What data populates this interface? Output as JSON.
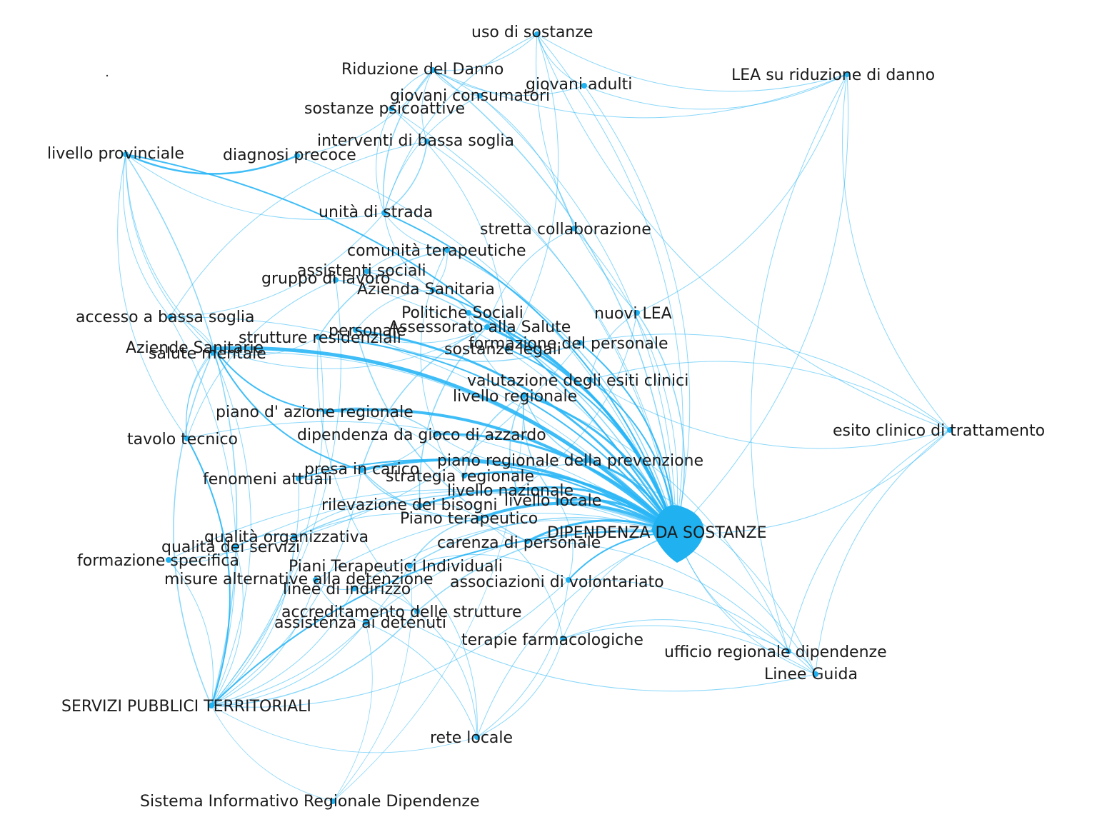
{
  "graph": {
    "edge_color": "#29b6f6",
    "node_color": "#1fb1f0",
    "background": "#ffffff",
    "hub": "DIPENDENZA DA SOSTANZE",
    "nodes": [
      {
        "id": "uso",
        "label": "uso di sostanze"
      },
      {
        "id": "rdd",
        "label": "Riduzione del Danno"
      },
      {
        "id": "gad",
        "label": "giovani adulti"
      },
      {
        "id": "lea_rd",
        "label": "LEA su riduzione di danno"
      },
      {
        "id": "gcons",
        "label": "giovani consumatori"
      },
      {
        "id": "spsi",
        "label": "sostanze psicoattive"
      },
      {
        "id": "ibs",
        "label": "interventi di bassa soglia"
      },
      {
        "id": "lprov",
        "label": "livello provinciale"
      },
      {
        "id": "dprec",
        "label": "diagnosi precoce"
      },
      {
        "id": "uds",
        "label": "unità di strada"
      },
      {
        "id": "scoll",
        "label": "stretta collaborazione"
      },
      {
        "id": "ctera",
        "label": "comunità terapeutiche"
      },
      {
        "id": "asoc",
        "label": "assistenti sociali"
      },
      {
        "id": "glav",
        "label": "gruppo di lavoro"
      },
      {
        "id": "azsan",
        "label": "Azienda Sanitaria"
      },
      {
        "id": "abs",
        "label": "accesso a bassa soglia"
      },
      {
        "id": "psoc",
        "label": "Politiche Sociali"
      },
      {
        "id": "nlea",
        "label": "nuovi LEA"
      },
      {
        "id": "pers",
        "label": "personale"
      },
      {
        "id": "asal",
        "label": "Assessorato alla Salute"
      },
      {
        "id": "sres",
        "label": "strutture residenziali"
      },
      {
        "id": "fpers",
        "label": "formazione del personale"
      },
      {
        "id": "slega",
        "label": "sostanze legali"
      },
      {
        "id": "azsans",
        "label": "Aziende Sanitarie"
      },
      {
        "id": "smen",
        "label": "salute mentale"
      },
      {
        "id": "vesiti",
        "label": "valutazione degli esiti clinici"
      },
      {
        "id": "lreg",
        "label": "livello regionale"
      },
      {
        "id": "paz",
        "label": "piano d' azione regionale"
      },
      {
        "id": "esito",
        "label": "esito clinico di trattamento"
      },
      {
        "id": "dga",
        "label": "dipendenza da gioco di azzardo"
      },
      {
        "id": "ttec",
        "label": "tavolo tecnico"
      },
      {
        "id": "prp",
        "label": "piano regionale della prevenzione"
      },
      {
        "id": "pcar",
        "label": "presa in carico"
      },
      {
        "id": "streg",
        "label": "strategia regionale"
      },
      {
        "id": "fatt",
        "label": "fenomeni attuali"
      },
      {
        "id": "lnaz",
        "label": "livello nazionale"
      },
      {
        "id": "lloc",
        "label": "livello locale"
      },
      {
        "id": "rbis",
        "label": "rilevazione dei bisogni"
      },
      {
        "id": "pter",
        "label": "Piano terapeutico"
      },
      {
        "id": "dep",
        "label": "DIPENDENZA DA SOSTANZE"
      },
      {
        "id": "qorg",
        "label": "qualità organizzativa"
      },
      {
        "id": "qserv",
        "label": "qualità dei servizi"
      },
      {
        "id": "cpers",
        "label": "carenza di personale"
      },
      {
        "id": "fspec",
        "label": "formazione specifica"
      },
      {
        "id": "pti",
        "label": "Piani Terapeutici Individuali"
      },
      {
        "id": "malt",
        "label": "misure alternative alla detenzione"
      },
      {
        "id": "avol",
        "label": "associazioni di volontariato"
      },
      {
        "id": "lind",
        "label": "linee di indirizzo"
      },
      {
        "id": "accr",
        "label": "accreditamento delle strutture"
      },
      {
        "id": "adet",
        "label": "assistenza ai detenuti"
      },
      {
        "id": "tfar",
        "label": "terapie farmacologiche"
      },
      {
        "id": "urd",
        "label": "ufficio regionale dipendenze"
      },
      {
        "id": "lgui",
        "label": "Linee Guida"
      },
      {
        "id": "spt",
        "label": "SERVIZI PUBBLICI TERRITORIALI"
      },
      {
        "id": "rloc",
        "label": "rete locale"
      },
      {
        "id": "sird",
        "label": "Sistema Informativo Regionale Dipendenze"
      }
    ],
    "edges": [
      [
        "dep",
        "azsans",
        5
      ],
      [
        "dep",
        "paz",
        4
      ],
      [
        "dep",
        "pcar",
        4
      ],
      [
        "dep",
        "dga",
        3
      ],
      [
        "dep",
        "lreg",
        3
      ],
      [
        "dep",
        "asal",
        3
      ],
      [
        "dep",
        "psoc",
        3
      ],
      [
        "dep",
        "sres",
        2
      ],
      [
        "dep",
        "pers",
        3
      ],
      [
        "dep",
        "vesiti",
        2
      ],
      [
        "dep",
        "fpers",
        2
      ],
      [
        "dep",
        "slega",
        2
      ],
      [
        "dep",
        "prp",
        3
      ],
      [
        "dep",
        "streg",
        3
      ],
      [
        "dep",
        "lnaz",
        3
      ],
      [
        "dep",
        "lloc",
        3
      ],
      [
        "dep",
        "rbis",
        3
      ],
      [
        "dep",
        "pter",
        4
      ],
      [
        "dep",
        "cpers",
        3
      ],
      [
        "dep",
        "spt",
        2
      ],
      [
        "dep",
        "azsan",
        2
      ],
      [
        "dep",
        "uds",
        2
      ],
      [
        "dep",
        "lprov",
        2
      ],
      [
        "dep",
        "rdd",
        1.5
      ],
      [
        "dep",
        "avol",
        2
      ],
      [
        "dep",
        "accr",
        1.5
      ],
      [
        "dep",
        "pti",
        1.5
      ],
      [
        "dep",
        "qorg",
        1.5
      ],
      [
        "dep",
        "fatt",
        2
      ],
      [
        "dep",
        "esito",
        1
      ],
      [
        "dep",
        "lgui",
        1
      ],
      [
        "dep",
        "urd",
        1
      ],
      [
        "dep",
        "tfar",
        1
      ],
      [
        "dep",
        "nlea",
        1.5
      ],
      [
        "dep",
        "scoll",
        1
      ],
      [
        "dep",
        "lea_rd",
        1
      ],
      [
        "dep",
        "uso",
        1
      ],
      [
        "dep",
        "gad",
        1
      ],
      [
        "dep",
        "ctera",
        1.5
      ],
      [
        "dep",
        "asoc",
        1.5
      ],
      [
        "dep",
        "glav",
        1
      ],
      [
        "dep",
        "abs",
        1
      ],
      [
        "dep",
        "smen",
        1
      ],
      [
        "dep",
        "ttec",
        1
      ],
      [
        "dep",
        "malt",
        1
      ],
      [
        "dep",
        "lind",
        1
      ],
      [
        "dep",
        "adet",
        1
      ],
      [
        "dep",
        "fspec",
        1
      ],
      [
        "dep",
        "qserv",
        1
      ],
      [
        "dep",
        "rloc",
        1
      ],
      [
        "dep",
        "ibs",
        1
      ],
      [
        "dep",
        "gcons",
        1
      ],
      [
        "dep",
        "spsi",
        1
      ],
      [
        "dep",
        "dprec",
        1
      ],
      [
        "lprov",
        "dprec",
        2.5
      ],
      [
        "dprec",
        "rdd",
        1
      ],
      [
        "rdd",
        "uso",
        1
      ],
      [
        "rdd",
        "gad",
        1
      ],
      [
        "rdd",
        "gcons",
        1
      ],
      [
        "rdd",
        "spsi",
        1
      ],
      [
        "rdd",
        "ibs",
        1
      ],
      [
        "uso",
        "gad",
        1
      ],
      [
        "uso",
        "lea_rd",
        1
      ],
      [
        "gad",
        "lea_rd",
        1
      ],
      [
        "rdd",
        "uds",
        1.5
      ],
      [
        "uds",
        "ibs",
        1.5
      ],
      [
        "gcons",
        "uds",
        1
      ],
      [
        "spsi",
        "uds",
        1
      ],
      [
        "rdd",
        "lea_rd",
        1
      ],
      [
        "uso",
        "esito",
        1
      ],
      [
        "lea_rd",
        "esito",
        1
      ],
      [
        "lea_rd",
        "urd",
        1
      ],
      [
        "uso",
        "nlea",
        1
      ],
      [
        "uso",
        "uds",
        1
      ],
      [
        "azsans",
        "pcar",
        2
      ],
      [
        "azsans",
        "spt",
        1.5
      ],
      [
        "azsans",
        "paz",
        2
      ],
      [
        "azsans",
        "smen",
        1.5
      ],
      [
        "azsans",
        "sres",
        1
      ],
      [
        "azsans",
        "abs",
        1
      ],
      [
        "azsans",
        "ttec",
        1
      ],
      [
        "azsans",
        "asal",
        1
      ],
      [
        "spt",
        "ttec",
        2
      ],
      [
        "spt",
        "lprov",
        1.5
      ],
      [
        "spt",
        "accr",
        1.5
      ],
      [
        "spt",
        "adet",
        1
      ],
      [
        "spt",
        "malt",
        1
      ],
      [
        "spt",
        "lind",
        1
      ],
      [
        "spt",
        "qorg",
        1
      ],
      [
        "spt",
        "fspec",
        1
      ],
      [
        "spt",
        "pti",
        1
      ],
      [
        "spt",
        "avol",
        1
      ],
      [
        "spt",
        "abs",
        1
      ],
      [
        "spt",
        "smen",
        1
      ],
      [
        "spt",
        "glav",
        1
      ],
      [
        "spt",
        "sres",
        1
      ],
      [
        "spt",
        "sird",
        0.8
      ],
      [
        "spt",
        "rloc",
        0.8
      ],
      [
        "spt",
        "qserv",
        1
      ],
      [
        "spt",
        "pcar",
        1
      ],
      [
        "spt",
        "fatt",
        1
      ],
      [
        "esito",
        "lgui",
        1
      ],
      [
        "esito",
        "urd",
        1
      ],
      [
        "esito",
        "vesiti",
        1
      ],
      [
        "esito",
        "fpers",
        1
      ],
      [
        "lgui",
        "urd",
        1
      ],
      [
        "lgui",
        "tfar",
        1
      ],
      [
        "lgui",
        "avol",
        1
      ],
      [
        "lgui",
        "lloc",
        1
      ],
      [
        "lgui",
        "prp",
        1
      ],
      [
        "urd",
        "tfar",
        1
      ],
      [
        "urd",
        "cpers",
        1
      ],
      [
        "urd",
        "lreg",
        1
      ],
      [
        "rloc",
        "tfar",
        1
      ],
      [
        "rloc",
        "accr",
        1
      ],
      [
        "rloc",
        "adet",
        1
      ],
      [
        "rloc",
        "avol",
        1
      ],
      [
        "rloc",
        "pti",
        1
      ],
      [
        "sird",
        "adet",
        0.8
      ],
      [
        "sird",
        "pti",
        0.8
      ],
      [
        "sird",
        "lreg",
        0.8
      ],
      [
        "lprov",
        "ttec",
        1
      ],
      [
        "lprov",
        "azsans",
        1
      ],
      [
        "lprov",
        "uds",
        1
      ],
      [
        "lprov",
        "smen",
        1
      ],
      [
        "lprov",
        "abs",
        1
      ],
      [
        "psoc",
        "asal",
        1.5
      ],
      [
        "psoc",
        "azsan",
        1.5
      ],
      [
        "azsan",
        "ctera",
        1
      ],
      [
        "azsan",
        "asoc",
        1
      ],
      [
        "asal",
        "pcar",
        1.5
      ],
      [
        "asal",
        "rbis",
        1.5
      ],
      [
        "pers",
        "cpers",
        1.5
      ],
      [
        "pers",
        "fpers",
        1.5
      ],
      [
        "lreg",
        "lnaz",
        1.5
      ],
      [
        "lreg",
        "lloc",
        1.5
      ],
      [
        "lreg",
        "streg",
        1.5
      ],
      [
        "lreg",
        "prp",
        1.5
      ],
      [
        "dga",
        "paz",
        1.5
      ],
      [
        "dga",
        "prp",
        1
      ],
      [
        "dga",
        "streg",
        1
      ],
      [
        "pter",
        "pti",
        1.5
      ],
      [
        "pter",
        "rbis",
        1
      ],
      [
        "pcar",
        "fatt",
        1
      ],
      [
        "pcar",
        "rbis",
        1.5
      ],
      [
        "pcar",
        "pter",
        1.5
      ],
      [
        "qorg",
        "qserv",
        1.5
      ],
      [
        "accr",
        "adet",
        1.5
      ],
      [
        "accr",
        "lind",
        1
      ],
      [
        "malt",
        "adet",
        1
      ],
      [
        "malt",
        "lind",
        1
      ],
      [
        "ctera",
        "sres",
        1.5
      ],
      [
        "ctera",
        "asoc",
        1
      ],
      [
        "glav",
        "ttec",
        1
      ],
      [
        "glav",
        "asoc",
        1
      ],
      [
        "nlea",
        "lea_rd",
        1
      ],
      [
        "nlea",
        "vesiti",
        1
      ],
      [
        "scoll",
        "asal",
        1
      ],
      [
        "scoll",
        "rdd",
        1
      ],
      [
        "ibs",
        "abs",
        1
      ],
      [
        "abs",
        "uds",
        1
      ],
      [
        "fspec",
        "fpers",
        1
      ],
      [
        "fspec",
        "qserv",
        1
      ],
      [
        "slega",
        "spsi",
        1
      ],
      [
        "slega",
        "uso",
        1
      ],
      [
        "vesiti",
        "esito",
        1
      ],
      [
        "tfar",
        "pter",
        1
      ],
      [
        "avol",
        "lloc",
        1
      ],
      [
        "avol",
        "pti",
        1
      ],
      [
        "lind",
        "lgui",
        1
      ],
      [
        "cpers",
        "qorg",
        1
      ],
      [
        "streg",
        "paz",
        1
      ],
      [
        "lnaz",
        "nlea",
        1
      ],
      [
        "rbis",
        "qorg",
        1
      ],
      [
        "fatt",
        "dga",
        1
      ],
      [
        "smen",
        "ttec",
        1
      ],
      [
        "sres",
        "accr",
        1
      ],
      [
        "pers",
        "asal",
        1
      ],
      [
        "ctera",
        "dga",
        1
      ],
      [
        "uds",
        "ctera",
        1
      ],
      [
        "uds",
        "azsan",
        1
      ],
      [
        "azsan",
        "pers",
        1
      ],
      [
        "psoc",
        "lreg",
        1
      ]
    ]
  }
}
